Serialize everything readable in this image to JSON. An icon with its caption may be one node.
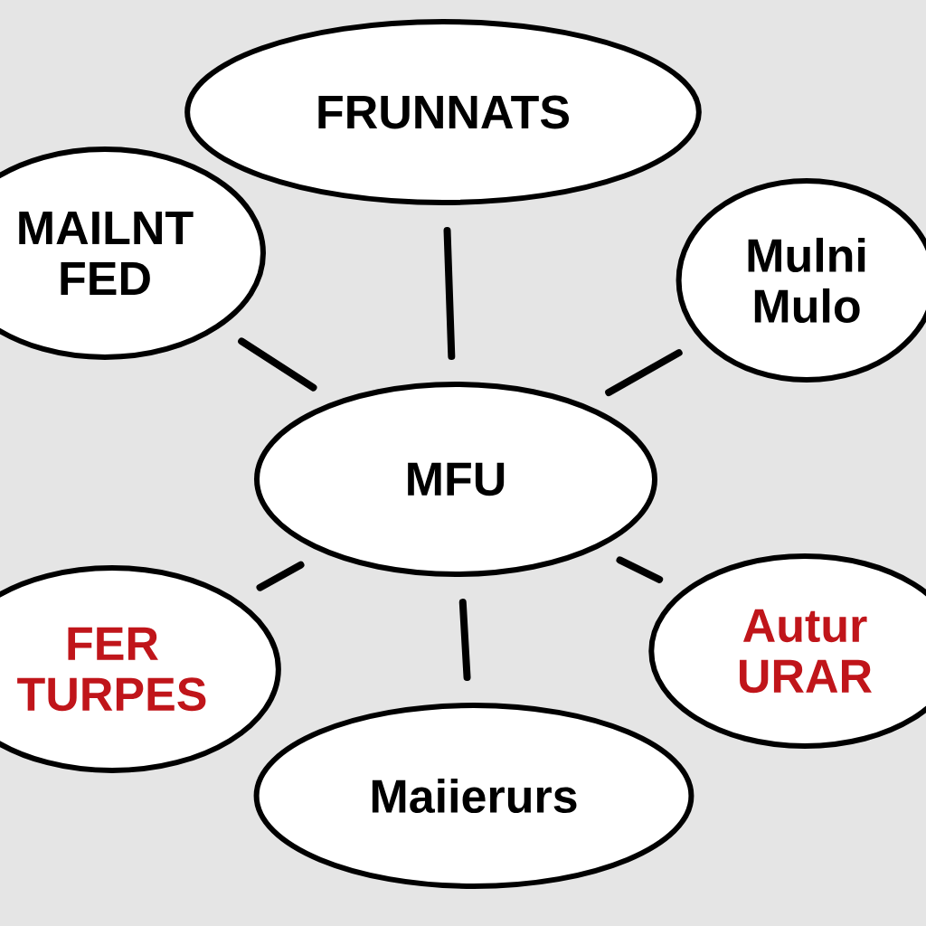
{
  "diagram": {
    "nodes": [
      {
        "text": [
          "FRUNNATS"
        ]
      },
      {
        "text": [
          "MAILNT FED"
        ]
      },
      {
        "text": [
          "Mulni Mulo"
        ]
      },
      {
        "text": [
          "MFU"
        ]
      },
      {
        "text": [
          "FER TURPES"
        ]
      },
      {
        "text": [
          "Autur URAR"
        ]
      },
      {
        "text": [
          "Maiierurs"
        ]
      }
    ],
    "edges": [
      {
        "from": 3,
        "to": 0,
        "arrow": "none"
      },
      {
        "from": 3,
        "to": 1,
        "arrow": "none"
      },
      {
        "from": 3,
        "to": 2,
        "arrow": "none"
      },
      {
        "from": 3,
        "to": 4,
        "arrow": "none"
      },
      {
        "from": 3,
        "to": 5,
        "arrow": "none"
      },
      {
        "from": 3,
        "to": 6,
        "arrow": "none"
      }
    ]
  }
}
